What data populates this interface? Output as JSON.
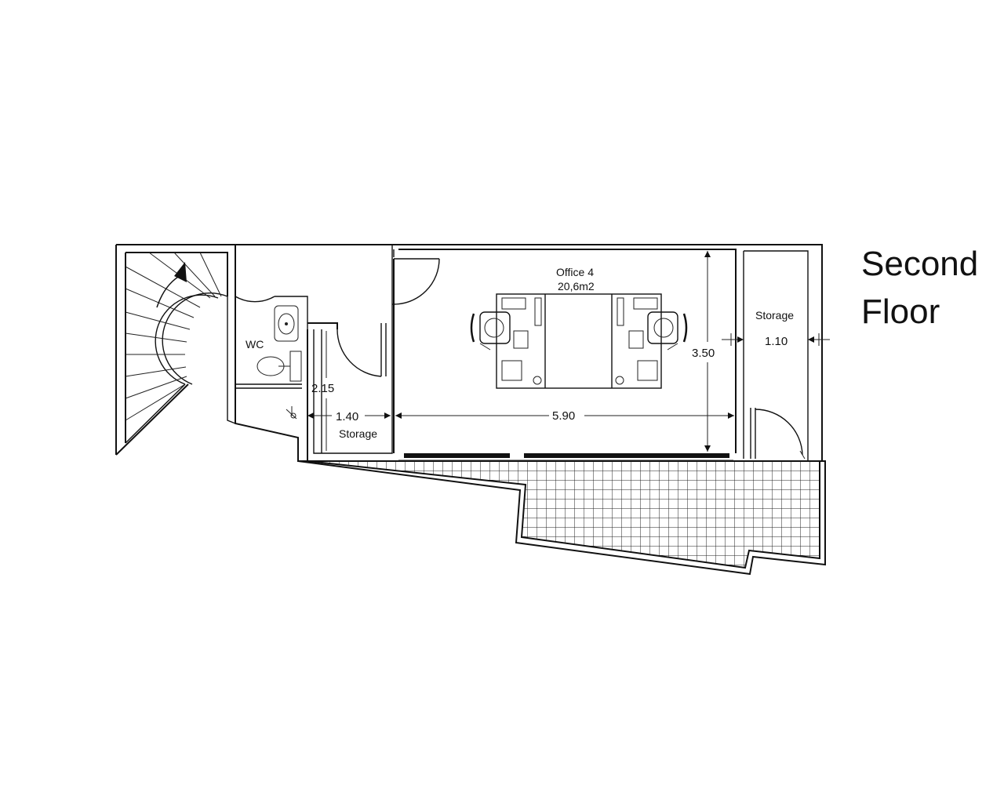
{
  "floor_title": {
    "line1": "Second",
    "line2": "Floor"
  },
  "rooms": {
    "office": {
      "name": "Office 4",
      "area": "20,6m2"
    },
    "wc": {
      "name": "WC"
    },
    "storage_small": {
      "name": "Storage"
    },
    "storage_right": {
      "name": "Storage"
    }
  },
  "dimensions": {
    "office_width": "5.90",
    "office_depth": "3.50",
    "storage_small_width": "1.40",
    "storage_small_depth": "2.15",
    "storage_right_width": "1.10"
  },
  "icons": [
    "stair-arrow-icon",
    "sink-icon",
    "toilet-icon",
    "desk-chair-icon",
    "door-swing-icon"
  ],
  "colors": {
    "line": "#111111",
    "background": "#ffffff"
  }
}
